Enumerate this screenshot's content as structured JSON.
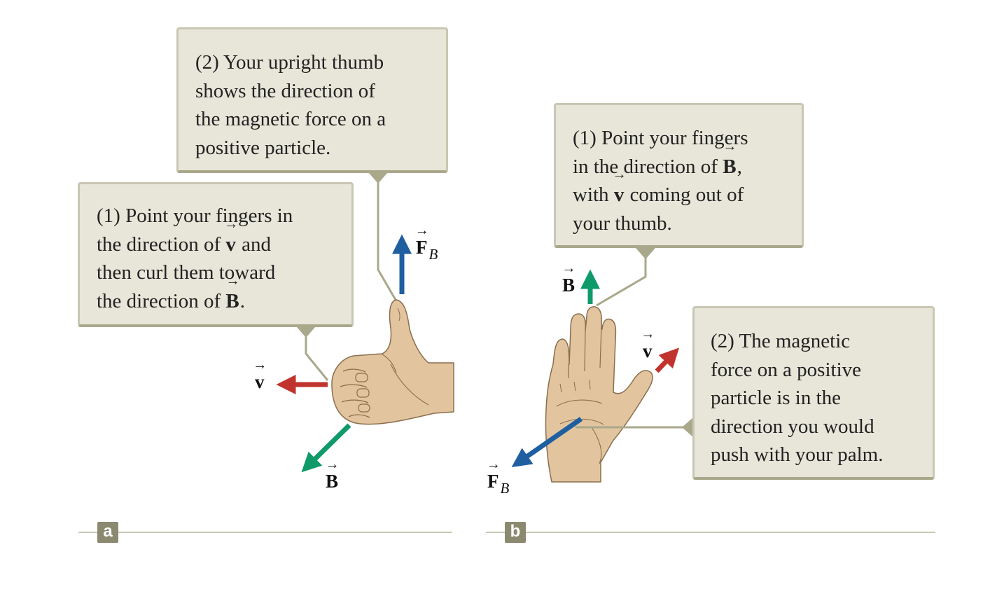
{
  "panel_a": {
    "tag": "a",
    "callout_thumb": {
      "lines": [
        "(2) Your upright thumb",
        "shows the direction of",
        "the magnetic force on a",
        "positive particle."
      ]
    },
    "callout_fingers": {
      "line1": "(1) Point your fingers in",
      "line2_pre": "the direction of ",
      "line2_vec": "v",
      "line2_post": " and",
      "line3": "then curl them toward",
      "line4_pre": "the direction of ",
      "line4_vec": "B",
      "line4_post": "."
    },
    "labels": {
      "force": "F",
      "force_sub": "B",
      "velocity": "v",
      "field": "B"
    }
  },
  "panel_b": {
    "tag": "b",
    "callout_fingers": {
      "line1": "(1) Point your fingers",
      "line2_pre": "in the direction of ",
      "line2_vec": "B",
      "line2_post": ",",
      "line3_pre": "with ",
      "line3_vec": "v",
      "line3_post": " coming out of",
      "line4": "your thumb."
    },
    "callout_palm": {
      "lines": [
        "(2) The magnetic",
        "force on a positive",
        "particle is in the",
        "direction you would",
        "push with your palm."
      ]
    },
    "labels": {
      "field": "B",
      "velocity": "v",
      "force": "F",
      "force_sub": "B"
    }
  },
  "colors": {
    "force_arrow": "#1f5fa0",
    "velocity_arrow": "#c0342d",
    "field_arrow": "#0f9a6a",
    "skin": "#e2c59f",
    "skin_outline": "#8a6e4e",
    "callout_bg": "#e8e6d9",
    "leader_line": "#a9a88a"
  }
}
